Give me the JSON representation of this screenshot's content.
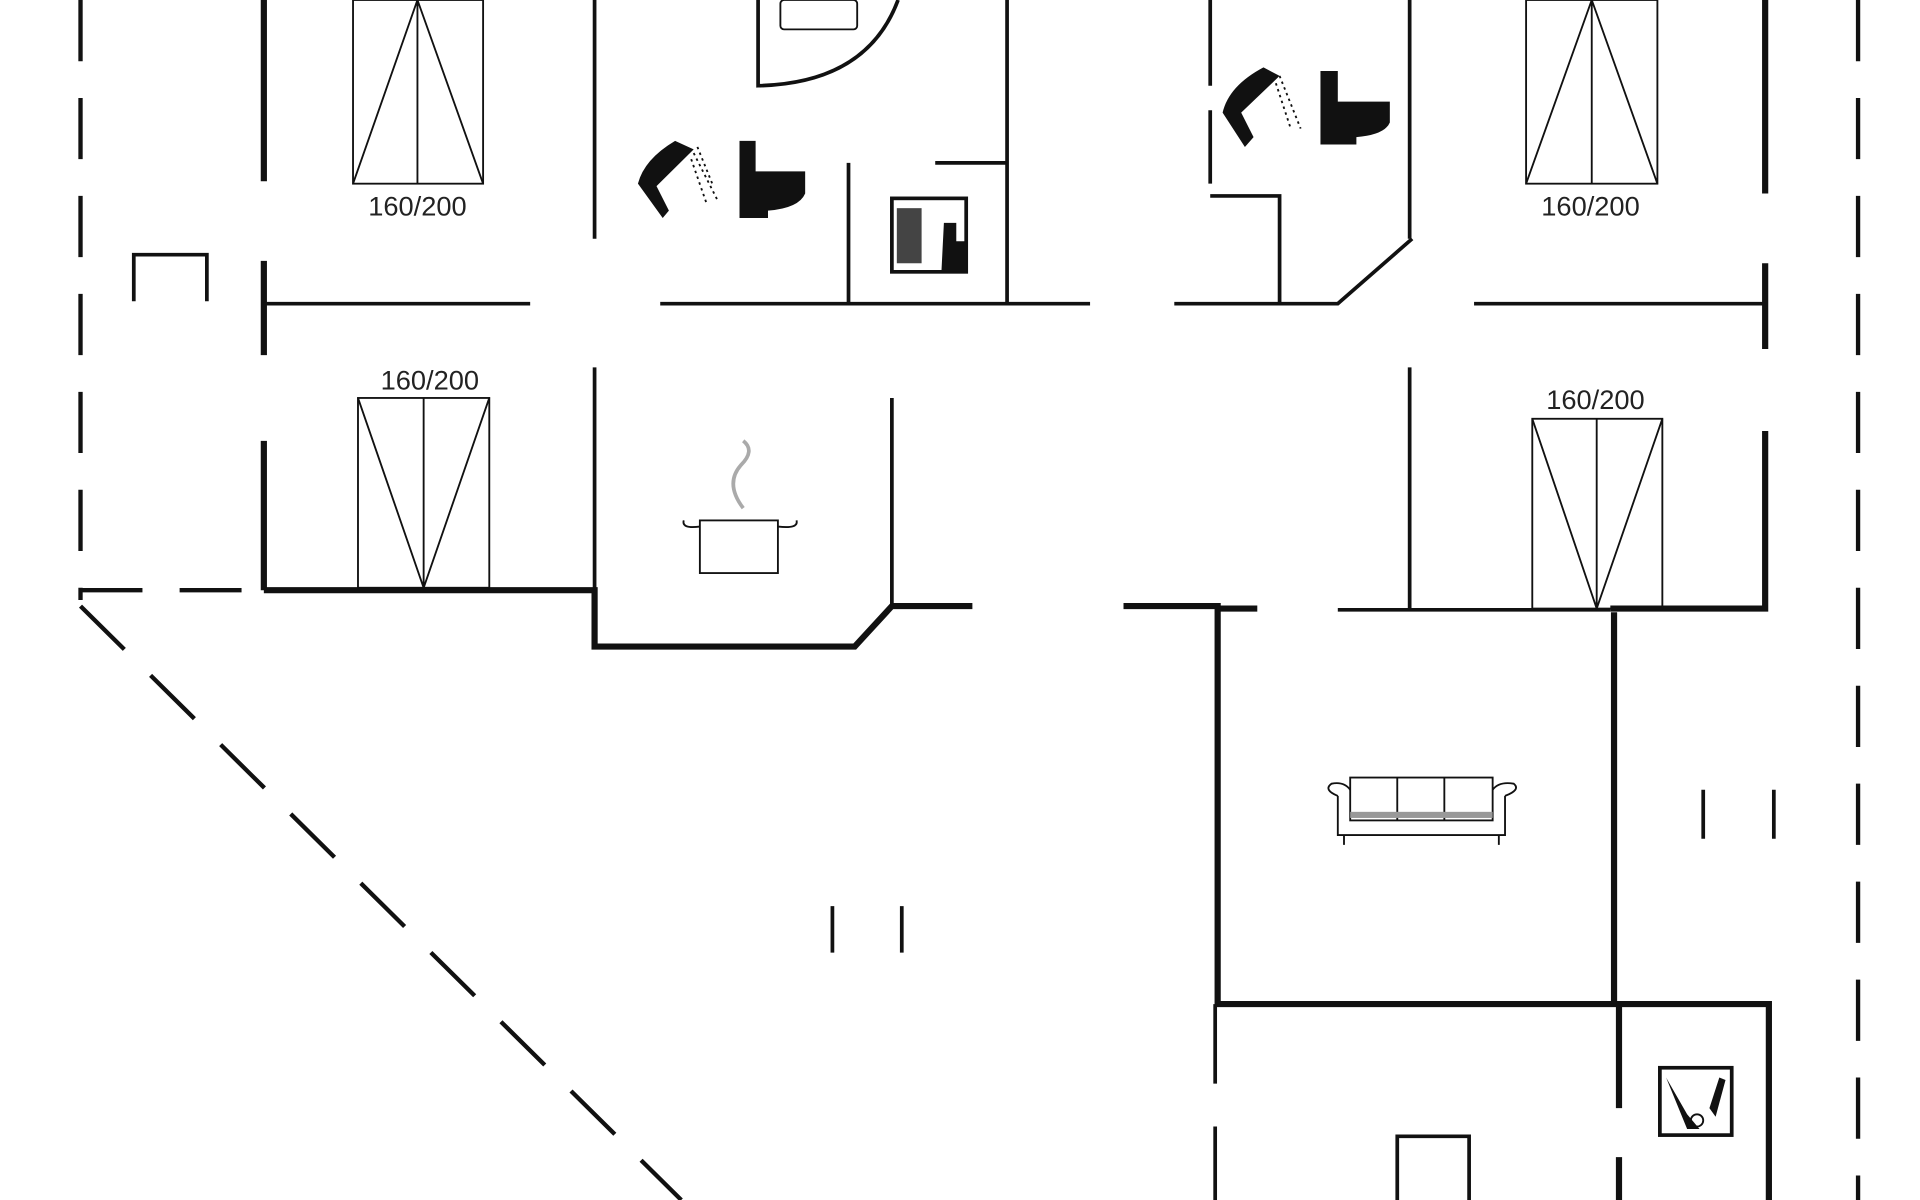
{
  "plan": {
    "beds": [
      {
        "label": "160/200"
      },
      {
        "label": "160/200"
      },
      {
        "label": "160/200"
      },
      {
        "label": "160/200"
      }
    ],
    "icons": [
      "shower-icon",
      "toilet-icon",
      "sauna-icon",
      "cooking-pot-icon",
      "sofa-icon",
      "washing-machine-icon",
      "jacuzzi-icon"
    ]
  }
}
